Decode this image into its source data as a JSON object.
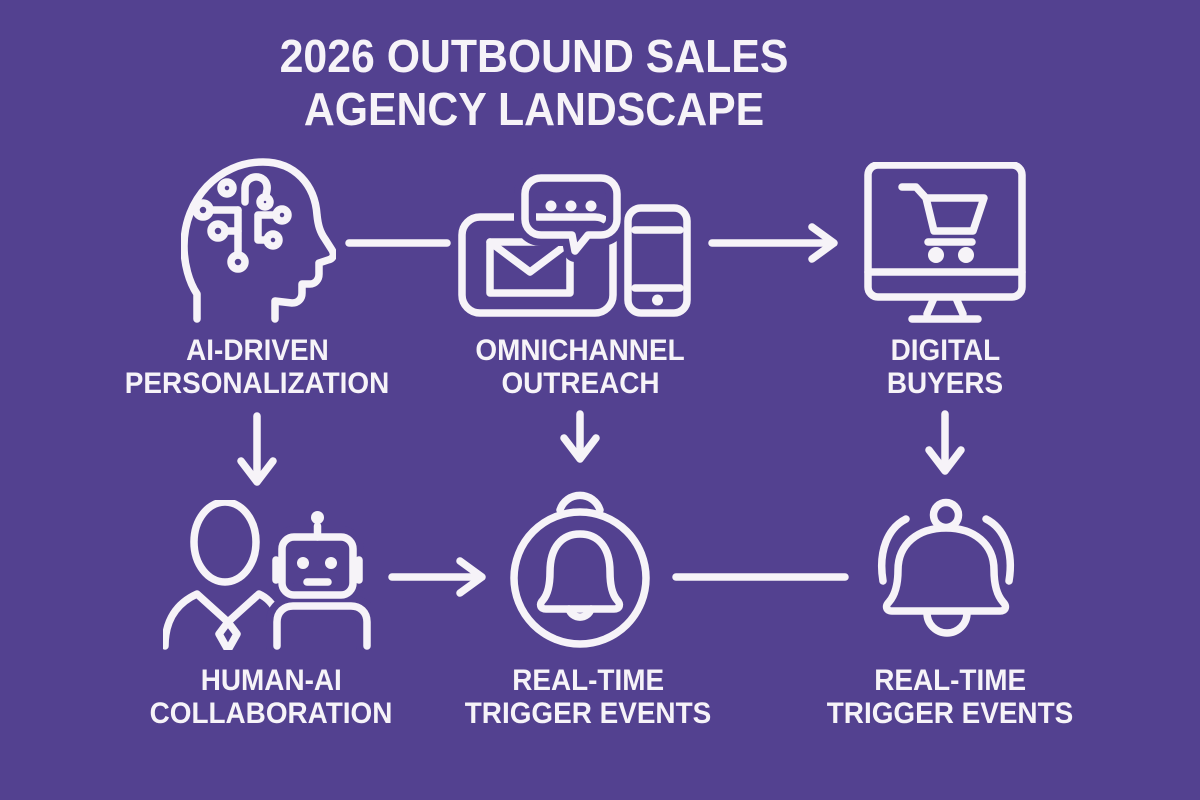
{
  "title": {
    "line1": "2026 OUTBOUND SALES",
    "line2": "AGENCY LANDSCAPE"
  },
  "colors": {
    "background": "#534190",
    "foreground": "#F6F3F8"
  },
  "nodes": [
    {
      "id": "ai-driven-personalization",
      "icon": "ai-head-circuit-icon",
      "label_line1": "AI-DRIVEN",
      "label_line2": "PERSONALIZATION"
    },
    {
      "id": "omnichannel-outreach",
      "icon": "email-chat-phone-icon",
      "label_line1": "OMNICHANNEL",
      "label_line2": "OUTREACH"
    },
    {
      "id": "digital-buyers",
      "icon": "monitor-shopping-cart-icon",
      "label_line1": "DIGITAL",
      "label_line2": "BUYERS"
    },
    {
      "id": "human-ai-collaboration",
      "icon": "person-robot-icon",
      "label_line1": "HUMAN-AI",
      "label_line2": "COLLABORATION"
    },
    {
      "id": "real-time-trigger-events-center",
      "icon": "bell-in-circle-icon",
      "label_line1": "REAL-TIME",
      "label_line2": "TRIGGER EVENTS"
    },
    {
      "id": "real-time-trigger-events-right",
      "icon": "ringing-bell-icon",
      "label_line1": "REAL-TIME",
      "label_line2": "TRIGGER EVENTS"
    }
  ],
  "connectors": [
    {
      "from": "ai-driven-personalization",
      "to": "omnichannel-outreach",
      "type": "line",
      "direction": "right"
    },
    {
      "from": "omnichannel-outreach",
      "to": "digital-buyers",
      "type": "arrow",
      "direction": "right"
    },
    {
      "from": "ai-driven-personalization",
      "to": "human-ai-collaboration",
      "type": "arrow",
      "direction": "down"
    },
    {
      "from": "omnichannel-outreach",
      "to": "real-time-trigger-events-center",
      "type": "arrow",
      "direction": "down"
    },
    {
      "from": "digital-buyers",
      "to": "real-time-trigger-events-right",
      "type": "arrow",
      "direction": "down"
    },
    {
      "from": "human-ai-collaboration",
      "to": "real-time-trigger-events-center",
      "type": "arrow",
      "direction": "right"
    },
    {
      "from": "real-time-trigger-events-center",
      "to": "real-time-trigger-events-right",
      "type": "line",
      "direction": "right"
    }
  ]
}
